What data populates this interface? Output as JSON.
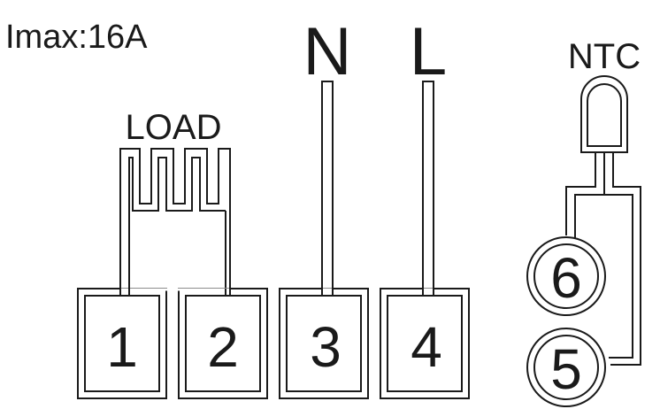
{
  "rating": "Imax:16A",
  "load_label": "LOAD",
  "neutral_label": "N",
  "live_label": "L",
  "ntc_label": "NTC",
  "terminals": [
    "1",
    "2",
    "3",
    "4"
  ],
  "ntc_terminals": [
    "6",
    "5"
  ],
  "colors": {
    "line": "#1a1a1a",
    "background": "#ffffff"
  }
}
